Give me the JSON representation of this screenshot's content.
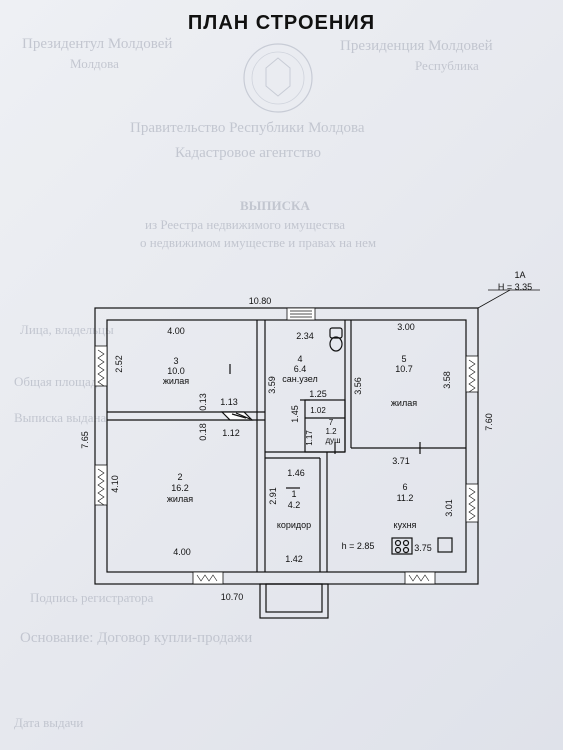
{
  "title": "ПЛАН СТРОЕНИЯ",
  "marker": {
    "code": "1А",
    "height": "H = 3.35"
  },
  "dimensions": {
    "top_width": "10.80",
    "bottom_width": "10.70",
    "left_height": "7.65",
    "right_height": "7.60",
    "room3_width": "4.00",
    "room3_window": "2.52",
    "room2_height": "4.10",
    "room2_width": "4.00",
    "room4_width": "2.34",
    "room4_height": "3.59",
    "room5_width": "3.00",
    "room5_height": "3.56",
    "room5_right": "3.58",
    "room6_width": "3.71",
    "room6_height": "3.01",
    "corridor_top": "1.46",
    "corridor_height": "2.91",
    "corridor_bottom": "1.42",
    "passage_013": "0.13",
    "passage_018": "0.18",
    "passage_113": "1.13",
    "passage_112": "1.12",
    "bath_125": "1.25",
    "bath_145": "1.45",
    "shower_102": "1.02",
    "shower_117": "1.17",
    "kitchen_h": "h = 2.85",
    "kitchen_extra": "3.75"
  },
  "rooms": [
    {
      "num": "3",
      "area": "10.0",
      "name": "жилая"
    },
    {
      "num": "2",
      "area": "16.2",
      "name": "жилая"
    },
    {
      "num": "4",
      "area": "6.4",
      "name": "сан.узел"
    },
    {
      "num": "5",
      "area": "10.7",
      "name": "жилая"
    },
    {
      "num": "7",
      "area": "1.2",
      "name": "душ"
    },
    {
      "num": "1",
      "area": "4.2",
      "name": "коридор"
    },
    {
      "num": "6",
      "area": "11.2",
      "name": "кухня"
    }
  ],
  "background_text": {
    "line1_left": "Президентул Молдовей",
    "line1_right": "Президенция Молдовей",
    "line2_left": "Молдова",
    "line2_right": "Республика",
    "line3": "Правительство Республики Молдова",
    "line4": "Кадастровое агентство",
    "line5": "ВЫПИСКА",
    "line6": "из Реестра недвижимого имущества",
    "line7": "о недвижимом имуществе и правах на нем",
    "line8": "Лица, владельцы",
    "line9": "Общая площадь",
    "line10": "Выписка выдана",
    "line11": "Подпись регистратора",
    "line12": "Основание: Договор купли-продажи",
    "line13": "Дата выдачи"
  }
}
